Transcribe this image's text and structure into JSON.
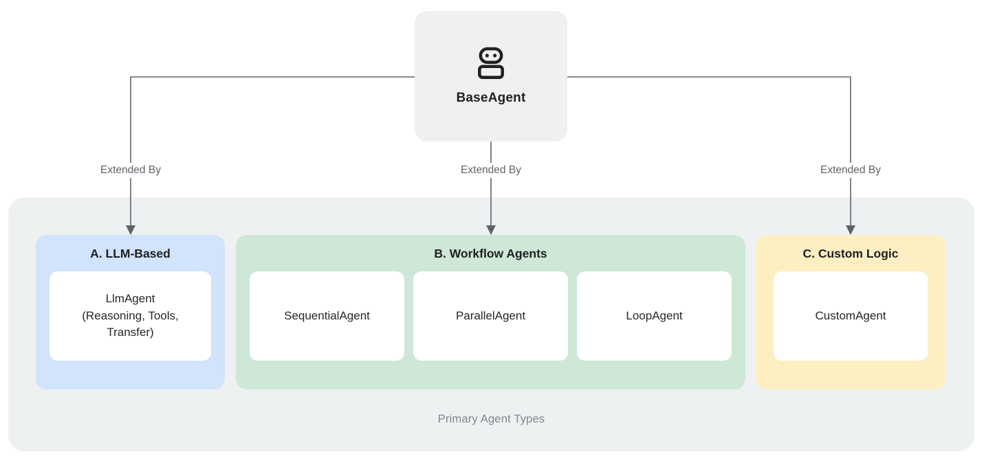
{
  "diagram": {
    "root": {
      "label": "BaseAgent",
      "icon": "robot-icon"
    },
    "edges": [
      {
        "label": "Extended By"
      },
      {
        "label": "Extended By"
      },
      {
        "label": "Extended By"
      }
    ],
    "groups": [
      {
        "id": "A",
        "title": "A. LLM-Based",
        "accent": "#d2e3fc",
        "cards": [
          {
            "lines": [
              "LlmAgent",
              "(Reasoning, Tools,",
              "Transfer)"
            ]
          }
        ]
      },
      {
        "id": "B",
        "title": "B. Workflow Agents",
        "accent": "#cee7d6",
        "cards": [
          {
            "lines": [
              "SequentialAgent"
            ]
          },
          {
            "lines": [
              "ParallelAgent"
            ]
          },
          {
            "lines": [
              "LoopAgent"
            ]
          }
        ]
      },
      {
        "id": "C",
        "title": "C. Custom Logic",
        "accent": "#feefc3",
        "cards": [
          {
            "lines": [
              "CustomAgent"
            ]
          }
        ]
      }
    ],
    "caption": "Primary Agent Types",
    "colors": {
      "panel": "#eef1f2",
      "root_box": "#f0f0ef",
      "llm_blue": "#d2e3fc",
      "workflow_green": "#cee7d6",
      "custom_yellow": "#feefc3",
      "connector": "#5f6368",
      "text_dark": "#202124",
      "edge_label_gray": "#5f6368",
      "caption_gray": "#80868b"
    }
  }
}
